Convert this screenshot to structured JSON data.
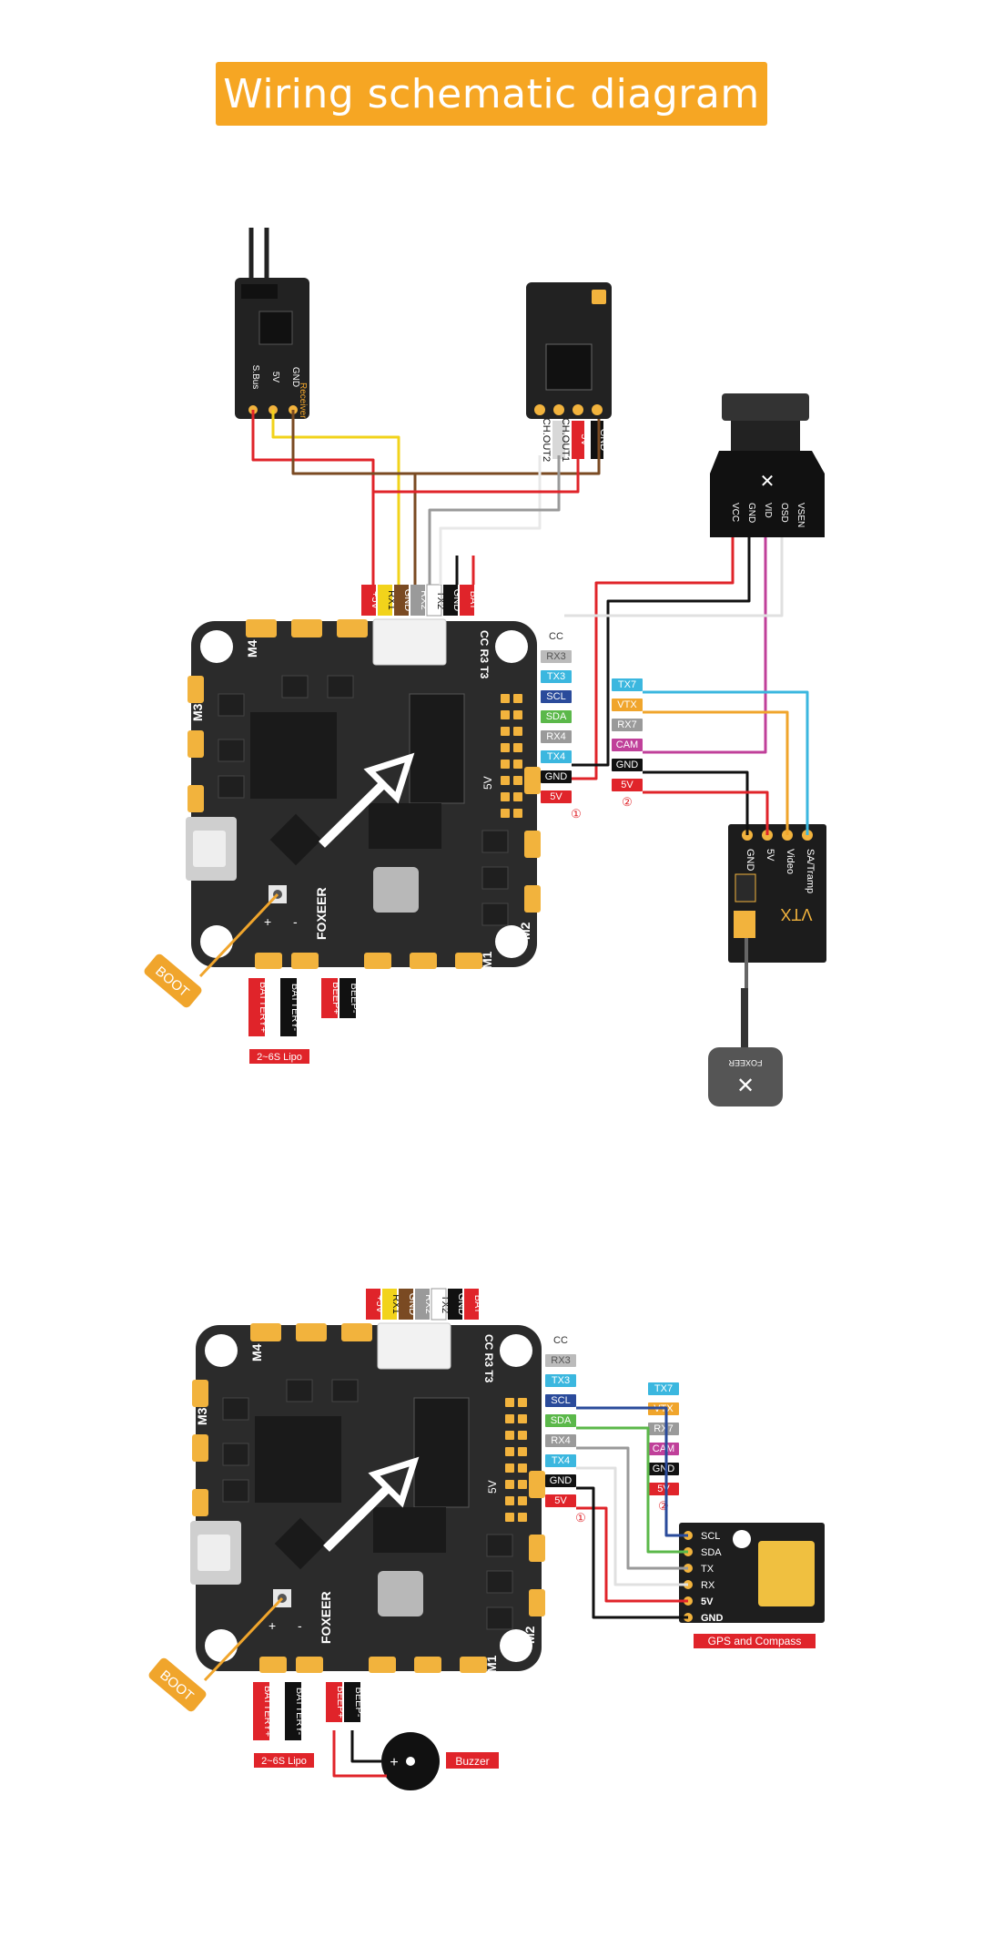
{
  "title": "Wiring schematic diagram",
  "colors": {
    "orange": "#f6a623",
    "board": "#2b2b2b",
    "pad": "#f2b33d",
    "red": "#e0242a",
    "black": "#111111",
    "yellow": "#f2d31b",
    "brown": "#7a4a22",
    "gray": "#9a9a9a",
    "lightgray": "#d8d8d8",
    "cyan": "#3bb7df",
    "blue": "#2a4b9b",
    "green": "#5bb84a",
    "magenta": "#c0409a",
    "vtxorange": "#f0a52c"
  },
  "boards": [
    {
      "id": "fc-top",
      "top_connector": [
        {
          "text": "+5V",
          "color": "red"
        },
        {
          "text": "RX1",
          "color": "yellow"
        },
        {
          "text": "GND",
          "color": "brown"
        },
        {
          "text": "RX2",
          "color": "gray"
        },
        {
          "text": "TX2",
          "color": "white"
        },
        {
          "text": "GND",
          "color": "black"
        },
        {
          "text": "BAT",
          "color": "red"
        }
      ],
      "side_pads": [
        {
          "text": "CC",
          "style": "plain"
        },
        {
          "text": "RX3",
          "style": "strike"
        },
        {
          "text": "TX3",
          "style": "cyan"
        },
        {
          "text": "SCL",
          "style": "blue"
        },
        {
          "text": "SDA",
          "style": "green"
        },
        {
          "text": "RX4",
          "style": "gray"
        },
        {
          "text": "TX4",
          "style": "cyan"
        },
        {
          "text": "GND",
          "style": "black"
        },
        {
          "text": "5V",
          "style": "red"
        }
      ],
      "circle_mark": "①",
      "bottom_labels": [
        {
          "text": "BATTERY+",
          "color": "red"
        },
        {
          "text": "BATTERY-",
          "color": "black"
        },
        {
          "text": "BEEP+",
          "color": "red"
        },
        {
          "text": "BEEP-",
          "color": "black"
        }
      ],
      "battery_note": "2~6S Lipo",
      "boot": "BOOT",
      "motors": [
        "M1",
        "M2",
        "M3",
        "M4"
      ],
      "corner": [
        "CC",
        "R3",
        "T3"
      ],
      "fivev": "5V",
      "brand": "FOXEER"
    },
    {
      "id": "fc-bottom",
      "top_connector": [
        {
          "text": "+5V",
          "color": "red"
        },
        {
          "text": "RX1",
          "color": "yellow"
        },
        {
          "text": "GND",
          "color": "brown"
        },
        {
          "text": "RX2",
          "color": "gray"
        },
        {
          "text": "TX2",
          "color": "white"
        },
        {
          "text": "GND",
          "color": "black"
        },
        {
          "text": "BAT",
          "color": "red"
        }
      ],
      "side_pads": [
        {
          "text": "CC",
          "style": "plain"
        },
        {
          "text": "RX3",
          "style": "strike"
        },
        {
          "text": "TX3",
          "style": "cyan"
        },
        {
          "text": "SCL",
          "style": "blue"
        },
        {
          "text": "SDA",
          "style": "green"
        },
        {
          "text": "RX4",
          "style": "gray"
        },
        {
          "text": "TX4",
          "style": "cyan"
        },
        {
          "text": "GND",
          "style": "black"
        },
        {
          "text": "5V",
          "style": "red"
        }
      ],
      "circle_mark": "①",
      "bottom_labels": [
        {
          "text": "BATTERY+",
          "color": "red"
        },
        {
          "text": "BATTERY-",
          "color": "black"
        },
        {
          "text": "BEEP+",
          "color": "red"
        },
        {
          "text": "BEEP-",
          "color": "black"
        }
      ],
      "battery_note": "2~6S Lipo",
      "boot": "BOOT",
      "motors": [
        "M1",
        "M2",
        "M3",
        "M4"
      ],
      "corner": [
        "CC",
        "R3",
        "T3"
      ],
      "fivev": "5V",
      "brand": "FOXEER"
    }
  ],
  "pad_group_2": [
    {
      "text": "TX7",
      "style": "cyan"
    },
    {
      "text": "VTX",
      "style": "orange"
    },
    {
      "text": "RX7",
      "style": "gray"
    },
    {
      "text": "CAM",
      "style": "magenta"
    },
    {
      "text": "GND",
      "style": "black"
    },
    {
      "text": "5V",
      "style": "red"
    }
  ],
  "pad_group_2_mark": "②",
  "receiver_sbus": {
    "pins": [
      "S.Bus",
      "5V",
      "GND"
    ],
    "name": "Receiver"
  },
  "receiver_elrs": {
    "pins": [
      "CH.OUT2",
      "CH.OUT1",
      "5V",
      "GND"
    ]
  },
  "camera": {
    "pins": [
      "VCC",
      "GND",
      "VID",
      "OSD",
      "VSEN"
    ]
  },
  "vtx": {
    "pins": [
      "GND",
      "5V",
      "Video",
      "SA/Tramp"
    ],
    "name": "VTX"
  },
  "antenna_brand": "FOXEER",
  "gps": {
    "pins": [
      "SCL",
      "SDA",
      "TX",
      "RX",
      "5V",
      "GND"
    ],
    "caption": "GPS and Compass"
  },
  "buzzer": {
    "caption": "Buzzer",
    "plus": "+"
  }
}
